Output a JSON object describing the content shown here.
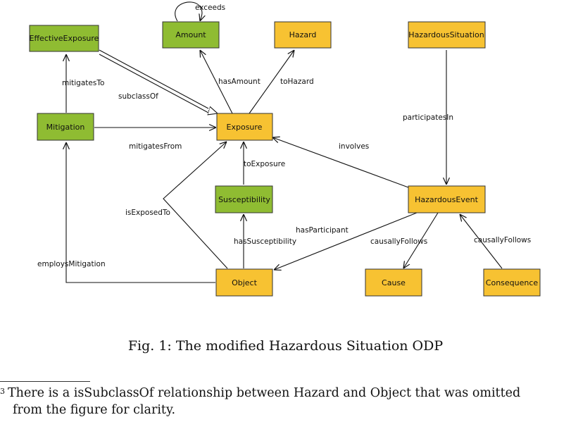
{
  "nodes": {
    "effective_exposure": "EffectiveExposure",
    "amount": "Amount",
    "hazard": "Hazard",
    "hazardous_situation": "HazardousSituation",
    "mitigation": "Mitigation",
    "exposure": "Exposure",
    "susceptibility": "Susceptibility",
    "hazardous_event": "HazardousEvent",
    "object": "Object",
    "cause": "Cause",
    "consequence": "Consequence"
  },
  "edges": {
    "exceeds": "exceeds",
    "mitigates_to": "mitigatesTo",
    "subclass_of": "subclassOf",
    "has_amount": "hasAmount",
    "to_hazard": "toHazard",
    "participates_in": "participatesIn",
    "mitigates_from": "mitigatesFrom",
    "involves": "involves",
    "to_exposure": "toExposure",
    "is_exposed_to": "isExposedTo",
    "has_participant": "hasParticipant",
    "has_susceptibility": "hasSusceptibility",
    "causally_follows_1": "causallyFollows",
    "causally_follows_2": "causallyFollows",
    "employs_mitigation": "employsMitigation"
  },
  "colors": {
    "green": "#8fbc32",
    "yellow": "#f7c232",
    "border": "#333333"
  },
  "caption": "Fig. 1: The modified Hazardous Situation ODP",
  "footnote": {
    "marker": "3",
    "line1": "There is a isSubclassOf relationship between Hazard and Object that was omitted",
    "line2": "from the figure for clarity."
  }
}
